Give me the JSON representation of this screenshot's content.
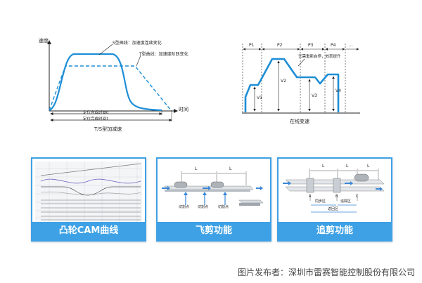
{
  "speed_chart": {
    "y_label": "速度",
    "x_label": "时间",
    "s_curve_label": "S型曲线：加速度连续变化",
    "t_curve_label": "T型曲线：加速度阶跃变化",
    "time_label_s": "定位完成时间0",
    "time_label_t": "定位完成时间1",
    "caption": "T/S型加减速",
    "colors": {
      "s_curve": "#1e8ed6",
      "t_curve": "#1e8ed6",
      "axis": "#222222"
    }
  },
  "online_chart": {
    "segments": [
      "P1",
      "P2",
      "P3",
      "P4",
      "..."
    ],
    "annotation": "无需重新启停，效率提升",
    "values": [
      "V1",
      "V2",
      "V3",
      "V4"
    ],
    "caption": "在线变速",
    "colors": {
      "curve": "#1e8ed6"
    }
  },
  "cards": [
    {
      "title": "凸轮CAM曲线",
      "icon": "cam-curve-screenshot"
    },
    {
      "title": "飞剪功能",
      "icon": "flying-shear-diagram",
      "labels": {
        "len1": "L",
        "len2": "L",
        "mark1": "切割点",
        "mark2": "切割点",
        "mark3": "切割点"
      }
    },
    {
      "title": "追剪功能",
      "icon": "chasing-shear-diagram",
      "labels": {
        "len1": "L",
        "len2": "L",
        "len3": "L",
        "a": "A",
        "b": "B",
        "c": "C",
        "zone1": "同步区",
        "zone2": "追踪区",
        "zone3": "返回区"
      }
    }
  ],
  "credit": "图片发布者：深圳市雷赛智能控制股份有限公司",
  "colors": {
    "accent": "#3ea1e5"
  }
}
